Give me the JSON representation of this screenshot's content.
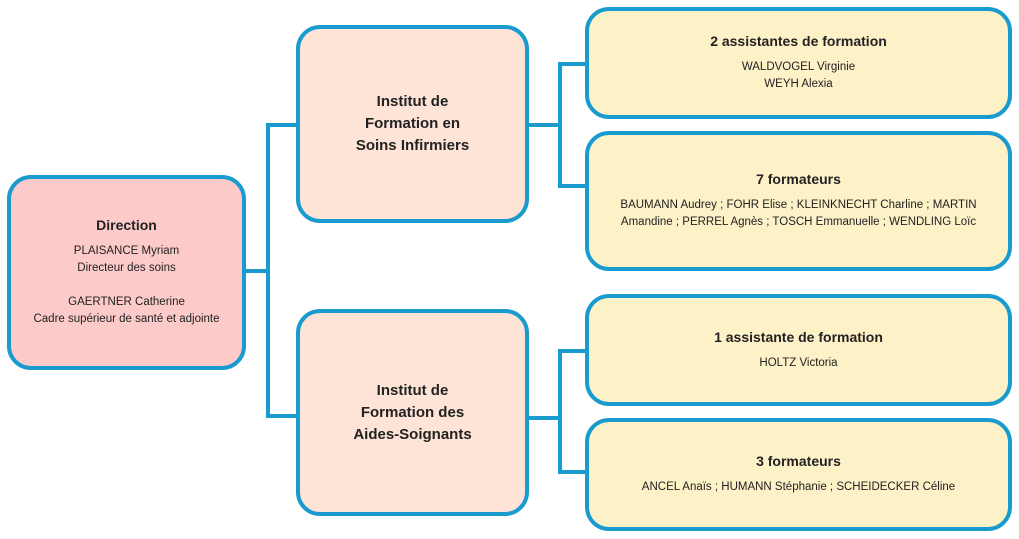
{
  "direction": {
    "title": "Direction",
    "lines": [
      "PLAISANCE Myriam",
      "Directeur des soins",
      "GAERTNER Catherine",
      "Cadre supérieur de santé et adjointe"
    ]
  },
  "ifsi": {
    "title_lines": [
      "Institut de",
      "Formation en",
      "Soins Infirmiers"
    ]
  },
  "ifas": {
    "title_lines": [
      "Institut de",
      "Formation des",
      "Aides-Soignants"
    ]
  },
  "ifsi_assistants": {
    "title": "2 assistantes de formation",
    "lines": [
      "WALDVOGEL Virginie",
      "WEYH Alexia"
    ]
  },
  "ifsi_trainers": {
    "title": "7 formateurs",
    "lines": [
      "BAUMANN Audrey ; FOHR Elise ; KLEINKNECHT Charline ; MARTIN",
      "Amandine ; PERREL Agnès ; TOSCH Emmanuelle ; WENDLING Loïc"
    ]
  },
  "ifas_assistants": {
    "title": "1 assistante de formation",
    "lines": [
      "HOLTZ Victoria"
    ]
  },
  "ifas_trainers": {
    "title": "3 formateurs",
    "lines": [
      "ANCEL Anaïs ; HUMANN Stéphanie ; SCHEIDECKER Céline"
    ]
  },
  "colors": {
    "border": "#1a9bcf",
    "direction": "#fdcaca",
    "institute": "#fde4d7",
    "team": "#fdf1c8"
  }
}
